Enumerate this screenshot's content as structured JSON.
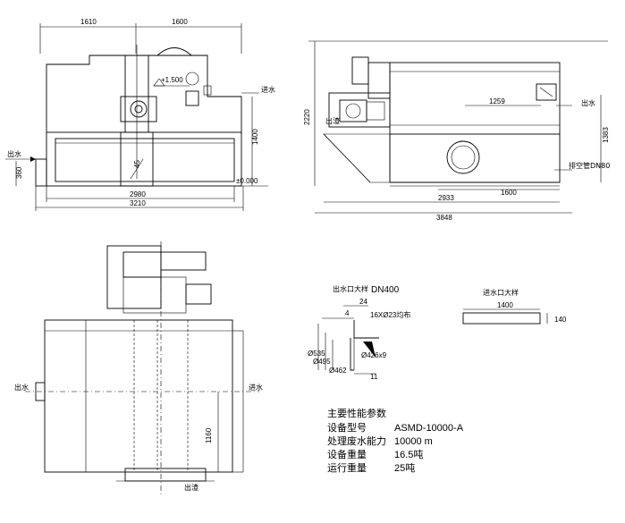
{
  "front_view": {
    "dim_top_left": "1610",
    "dim_top_right": "1600",
    "dim_total_inner": "2980",
    "dim_total_outer": "3210",
    "dim_height_inlet": "360",
    "dim_height_right": "1400",
    "elevation_top": "+1.500",
    "elevation_zero": "±0.000",
    "angle": "45",
    "label_outlet": "出水",
    "label_inlet": "进水"
  },
  "side_view": {
    "dim_height_total": "2220",
    "dim_height_right": "1383",
    "dim_1259": "1259",
    "dim_1600": "1600",
    "dim_2933": "2933",
    "dim_3848": "3848",
    "label_outlet": "出水",
    "label_sludge": "出渣",
    "label_drain": "排空管DN80"
  },
  "plan_view": {
    "dim_1160": "1160",
    "label_outlet": "出水",
    "label_inlet": "进水",
    "label_sludge": "出渣"
  },
  "outlet_detail": {
    "title": "出水口大样",
    "dn": "DN400",
    "dim_24": "24",
    "dim_4": "4",
    "holes": "16XØ23均布",
    "d535": "Ø535",
    "d495": "Ø495",
    "d462": "Ø462",
    "d426": "Ø426x9",
    "dim_11": "11"
  },
  "inlet_detail": {
    "title": "进水口大样",
    "dim_1400": "1400",
    "dim_140": "140"
  },
  "specs": {
    "title": "主要性能参数",
    "rows": [
      {
        "label": "设备型号",
        "value": "ASMD-10000-A"
      },
      {
        "label": "处理废水能力",
        "value": "10000 m"
      },
      {
        "label": "设备重量",
        "value": "16.5吨"
      },
      {
        "label": "运行重量",
        "value": "25吨"
      }
    ]
  }
}
